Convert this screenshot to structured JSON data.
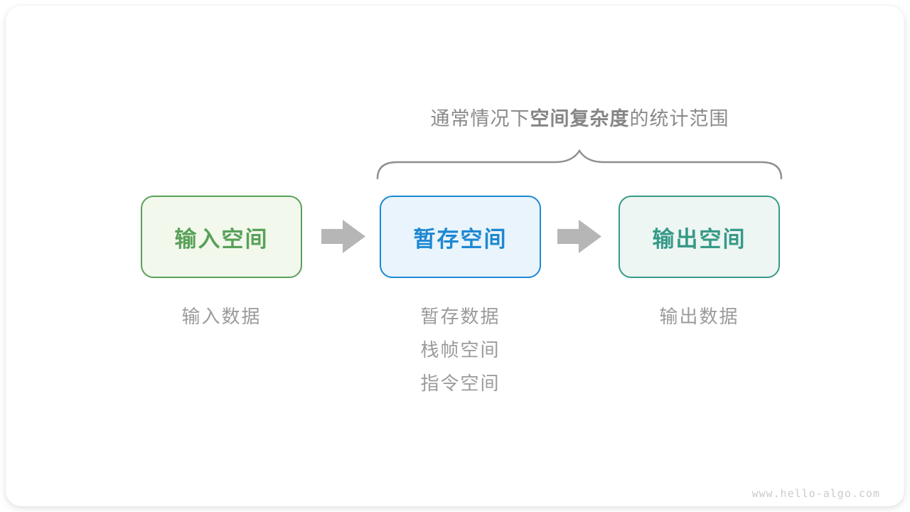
{
  "annotation": {
    "prefix": "通常情况下",
    "bold": "空间复杂度",
    "suffix": "的统计范围"
  },
  "boxes": [
    {
      "label": "输入空间",
      "border_color": "#58a158",
      "fill_color": "#f2f8ec",
      "text_color": "#58a158",
      "sublabels": [
        "输入数据"
      ]
    },
    {
      "label": "暂存空间",
      "border_color": "#1e88d2",
      "fill_color": "#e9f4fc",
      "text_color": "#1e88d2",
      "sublabels": [
        "暂存数据",
        "栈帧空间",
        "指令空间"
      ]
    },
    {
      "label": "输出空间",
      "border_color": "#379a87",
      "fill_color": "#edf6f3",
      "text_color": "#379a87",
      "sublabels": [
        "输出数据"
      ]
    }
  ],
  "icons": {
    "arrow": "right-block-arrow",
    "arrow_color": "#b6b6b6",
    "brace": "top-curly-brace",
    "brace_color": "#8f8f8f"
  },
  "label_color": "#9b9b9b",
  "watermark": "www.hello-algo.com"
}
